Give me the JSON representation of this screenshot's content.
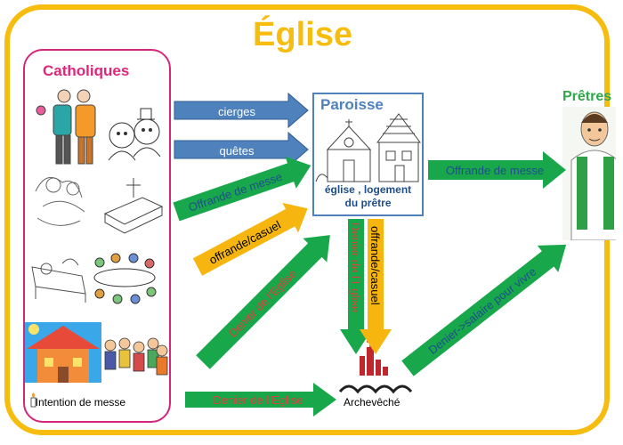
{
  "title": "Église",
  "catholiques": {
    "title": "Catholiques",
    "intention": "Intention de messe"
  },
  "paroisse": {
    "title": "Paroisse",
    "subtitle_line1": "église , logement",
    "subtitle_line2": "du prêtre"
  },
  "pretres": {
    "title": "Prêtres"
  },
  "archeveche": {
    "label": "Archevêché"
  },
  "arrows": {
    "cierges": "cierges",
    "quetes": "quêtes",
    "offrande_messe_cath": "Offrande de messe",
    "offrande_casuel_cath": "offrande/casuel",
    "denier_cath_paroisse": "Denier de l’Eglise",
    "denier_cath_archeveche": "Denier de l’Eglise",
    "offrande_messe_pretres": "Offrande de messe",
    "denier_paroisse_archeveche": "Denier de l’Eglise",
    "offrande_casuel_paroisse": "offrande/casuel",
    "denier_salaire": "Denier->salaire pour vivre"
  },
  "colors": {
    "frame": "#f6bd0f",
    "title": "#f6bd0f",
    "catholiques_border": "#d4267a",
    "blue_arrow": "#4f81bd",
    "green_arrow": "#18a84b",
    "yellow_arrow": "#f6b60f",
    "green_text": "#e03c3c",
    "paroisse_blue": "#4f81bd"
  }
}
